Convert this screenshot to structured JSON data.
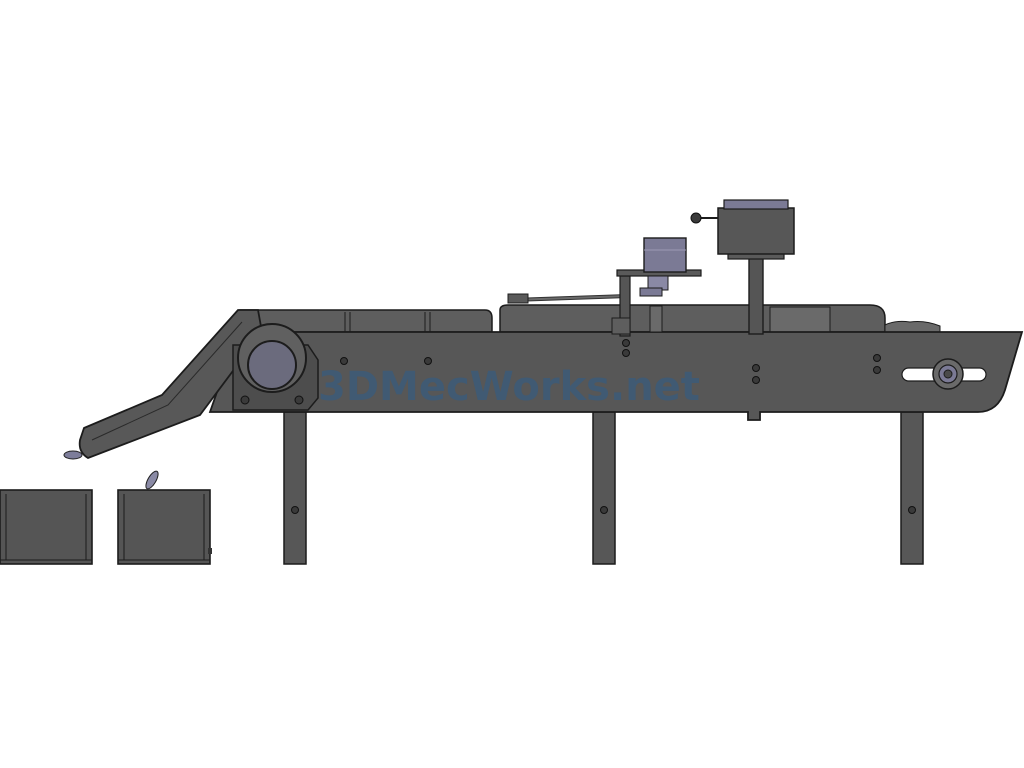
{
  "watermark": {
    "text": "3DMecWorks.net",
    "color": "#3c5a78"
  },
  "colors": {
    "background": "#ffffff",
    "body": "#5a5a5a",
    "body_dark": "#4a4a4a",
    "body_light": "#6a6a6a",
    "outline": "#1c1c1c",
    "motor_purple": "#7b7a95",
    "motor_purple_light": "#9c9bb5"
  },
  "parts": {
    "conveyor_frame": "conveyor-frame",
    "inclined_chute": "inclined-chute",
    "drive_roller": "drive-roller",
    "motor_box": "motor-box",
    "sensor_unit": "sensor-unit",
    "tension_slot": "tension-slot",
    "legs": [
      "leg-left",
      "leg-middle",
      "leg-right"
    ],
    "bins": [
      "bin-left",
      "bin-right"
    ]
  }
}
